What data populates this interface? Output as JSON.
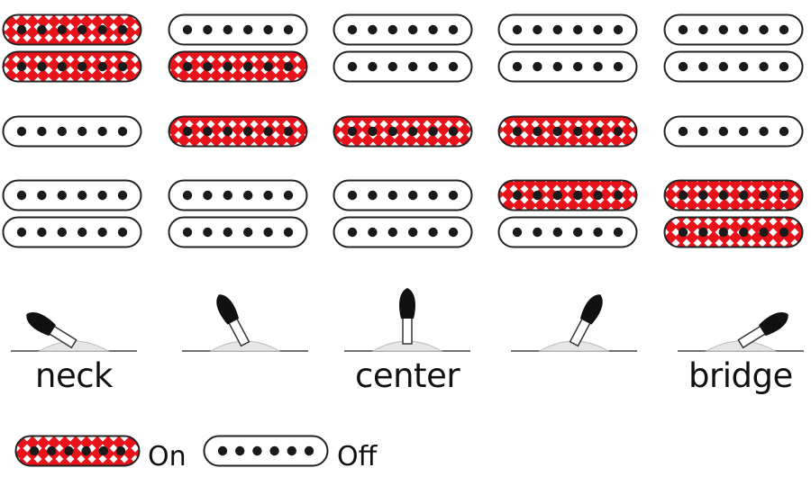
{
  "colors": {
    "on": "#e8121b",
    "off": "#ffffff",
    "outline": "#222222",
    "pole": "#1a1a1a",
    "switch_base": "#e6e6e6"
  },
  "icons": {
    "pickup": "pickup-coil-icon",
    "switch": "selector-switch-icon"
  },
  "positions": [
    {
      "label": "neck",
      "rows": [
        [
          "on",
          "on"
        ],
        [
          "off"
        ],
        [
          "off",
          "off"
        ]
      ]
    },
    {
      "label": "",
      "rows": [
        [
          "off",
          "on"
        ],
        [
          "on"
        ],
        [
          "off",
          "off"
        ]
      ]
    },
    {
      "label": "center",
      "rows": [
        [
          "off",
          "off"
        ],
        [
          "on"
        ],
        [
          "off",
          "off"
        ]
      ]
    },
    {
      "label": "",
      "rows": [
        [
          "off",
          "off"
        ],
        [
          "on"
        ],
        [
          "on",
          "off"
        ]
      ]
    },
    {
      "label": "bridge",
      "rows": [
        [
          "off",
          "off"
        ],
        [
          "off"
        ],
        [
          "on",
          "on"
        ]
      ]
    }
  ],
  "switch_angles": [
    -58,
    -28,
    0,
    28,
    58
  ],
  "legend": {
    "on_label": "On",
    "off_label": "Off"
  }
}
